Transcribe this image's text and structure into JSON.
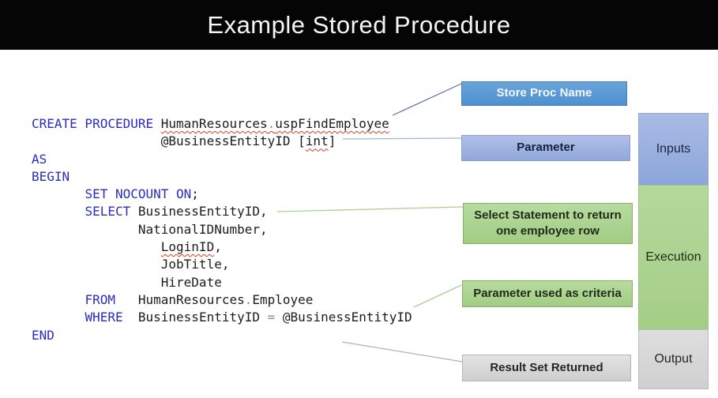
{
  "title": "Example Stored Procedure",
  "code": {
    "lines": [
      [
        {
          "t": "CREATE PROCEDURE ",
          "c": "k"
        },
        {
          "t": "HumanResources",
          "c": "t sq"
        },
        {
          "t": ".",
          "c": "o sq"
        },
        {
          "t": "uspFindEmployee",
          "c": "t sq"
        }
      ],
      [
        {
          "t": "                 ",
          "c": "t"
        },
        {
          "t": "@BusinessEntityID [",
          "c": "t"
        },
        {
          "t": "int",
          "c": "t sq"
        },
        {
          "t": "]",
          "c": "t"
        }
      ],
      [
        {
          "t": "AS",
          "c": "k"
        }
      ],
      [
        {
          "t": "BEGIN",
          "c": "k"
        }
      ],
      [
        {
          "t": "       ",
          "c": "t"
        },
        {
          "t": "SET NOCOUNT ON",
          "c": "k"
        },
        {
          "t": ";",
          "c": "t"
        }
      ],
      [
        {
          "t": "       ",
          "c": "t"
        },
        {
          "t": "SELECT",
          "c": "k"
        },
        {
          "t": " BusinessEntityID,",
          "c": "t"
        }
      ],
      [
        {
          "t": "              ",
          "c": "t"
        },
        {
          "t": "NationalIDNumber,",
          "c": "t"
        }
      ],
      [
        {
          "t": "                 ",
          "c": "t"
        },
        {
          "t": "LoginID",
          "c": "t sq"
        },
        {
          "t": ",",
          "c": "t"
        }
      ],
      [
        {
          "t": "                 ",
          "c": "t"
        },
        {
          "t": "JobTitle,",
          "c": "t"
        }
      ],
      [
        {
          "t": "                 ",
          "c": "t"
        },
        {
          "t": "HireDate",
          "c": "t"
        }
      ],
      [
        {
          "t": "       ",
          "c": "t"
        },
        {
          "t": "FROM",
          "c": "k"
        },
        {
          "t": "   HumanResources",
          "c": "t"
        },
        {
          "t": ".",
          "c": "o"
        },
        {
          "t": "Employee",
          "c": "t"
        }
      ],
      [
        {
          "t": "       ",
          "c": "t"
        },
        {
          "t": "WHERE",
          "c": "k"
        },
        {
          "t": "  BusinessEntityID ",
          "c": "t"
        },
        {
          "t": "=",
          "c": "o"
        },
        {
          "t": " @BusinessEntityID",
          "c": "t"
        }
      ],
      [
        {
          "t": "END",
          "c": "k"
        }
      ]
    ]
  },
  "annotations": {
    "store_proc_name": "Store Proc Name",
    "parameter": "Parameter",
    "select_statement_line1": "Select Statement to return",
    "select_statement_line2": "one employee row",
    "parameter_criteria": "Parameter used as criteria",
    "result_set": "Result Set Returned"
  },
  "sidebar": {
    "inputs": "Inputs",
    "execution": "Execution",
    "output": "Output"
  },
  "colors": {
    "title_bg": "#050505",
    "keyword_blue": "#2b2bbd",
    "squiggle_red": "#cc4125",
    "box_blue": "#5b9bd5",
    "box_periwinkle": "#8faadc",
    "box_green": "#a9d18e",
    "box_gray": "#d6d6d6"
  }
}
